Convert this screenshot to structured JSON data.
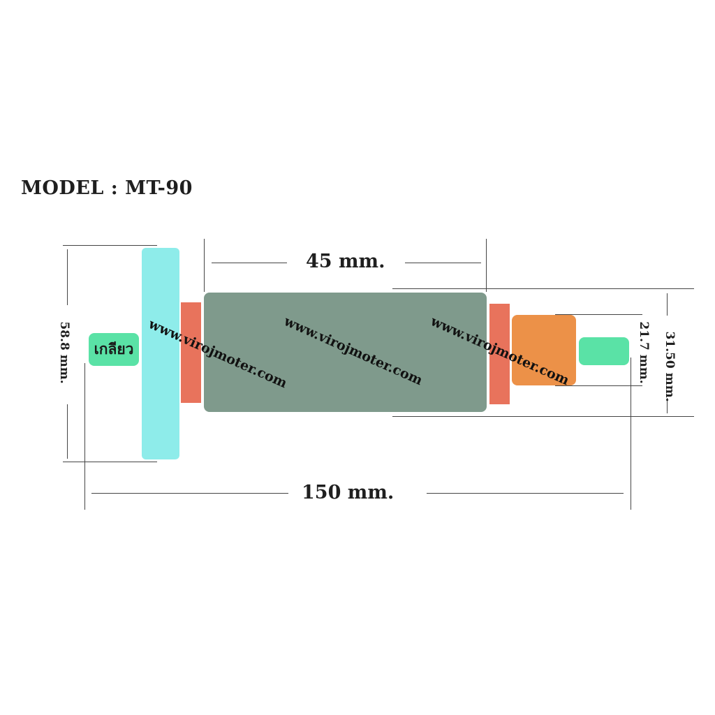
{
  "title": "MODEL : MT-90",
  "thread_label": "เกลียว",
  "watermark": "www.virojmoter.com",
  "dimensions": {
    "core_length": "45 mm.",
    "total_length": "150 mm.",
    "fan_diameter": "58.8 mm.",
    "core_diameter": "31.50 mm.",
    "bearing_diameter": "21.7 mm."
  },
  "colors": {
    "fan": "#8eecea",
    "collar": "#e8735c",
    "core": "#7f9a8c",
    "bearing": "#ec9148",
    "shaft_end": "#5ae2a6",
    "thread": "#5ae2a6"
  }
}
